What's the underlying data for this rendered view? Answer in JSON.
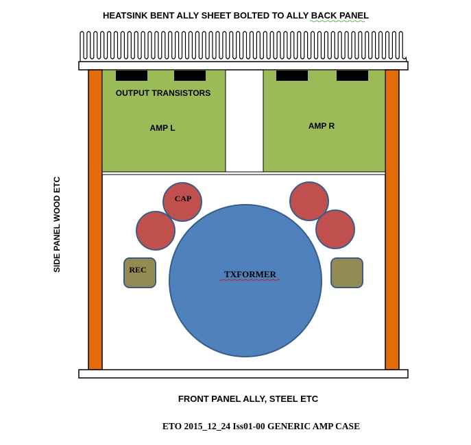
{
  "labels": {
    "heatsink": "HEATSINK BENT ALLY SHEET BOLTED TO ALLY BACK  PANEL",
    "side_panel": "SIDE PANEL WOOD ETC",
    "output_transistors": "OUTPUT TRANSISTORS",
    "amp_left": "AMP L",
    "amp_right": "AMP R",
    "cap": "CAP",
    "rec": "REC",
    "transformer": "TXFORMER",
    "front_panel": "FRONT PANEL ALLY, STEEL ETC",
    "footer": "ETO 2015_12_24 Iss01-00 GENERIC AMP CASE"
  },
  "colors": {
    "side_panel": "#E36C0A",
    "amp_board": "#9BBB59",
    "transistor": "#000000",
    "capacitor": "#C0504D",
    "transformer": "#4F81BD",
    "rectifier": "#948A54",
    "outline": "#385D8A"
  }
}
